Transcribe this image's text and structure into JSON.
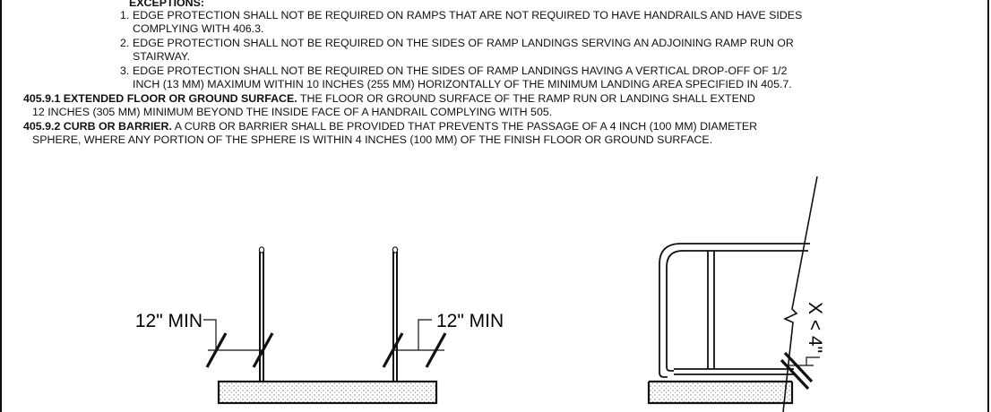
{
  "exceptions": {
    "heading": "EXCEPTIONS:",
    "items": [
      {
        "num": "1.",
        "line1": "EDGE PROTECTION SHALL NOT BE REQUIRED ON RAMPS THAT ARE NOT REQUIRED TO HAVE HANDRAILS AND HAVE SIDES",
        "line2": "COMPLYING WITH 406.3."
      },
      {
        "num": "2.",
        "line1": "EDGE PROTECTION SHALL NOT BE REQUIRED ON THE SIDES OF RAMP LANDINGS SERVING AN ADJOINING RAMP RUN OR",
        "line2": "STAIRWAY."
      },
      {
        "num": "3.",
        "line1": "EDGE PROTECTION SHALL NOT BE REQUIRED ON THE SIDES OF RAMP LANDINGS HAVING A VERTICAL DROP-OFF OF 1/2",
        "line2": "INCH (13 MM) MAXIMUM WITHIN 10 INCHES (255 MM) HORIZONTALLY OF THE MINIMUM LANDING AREA SPECIFIED IN 405.7."
      }
    ]
  },
  "sections": [
    {
      "heading": "405.9.1 EXTENDED FLOOR OR GROUND SURFACE.",
      "line1": " THE FLOOR OR GROUND SURFACE OF THE RAMP RUN OR LANDING SHALL EXTEND",
      "line2": "12 INCHES (305 MM) MINIMUM BEYOND THE INSIDE FACE OF A HANDRAIL COMPLYING WITH 505."
    },
    {
      "heading": "405.9.2 CURB OR BARRIER.",
      "line1": " A CURB OR BARRIER SHALL BE PROVIDED THAT PREVENTS THE PASSAGE OF A 4 INCH (100 MM) DIAMETER",
      "line2": "SPHERE, WHERE ANY PORTION OF THE SPHERE IS WITHIN 4 INCHES (100 MM) OF THE FINISH FLOOR OR GROUND SURFACE."
    }
  ],
  "diagram": {
    "left_dim_label": "12\" MIN",
    "right_dim_label": "12\" MIN",
    "curb_label": "X < 4\""
  }
}
